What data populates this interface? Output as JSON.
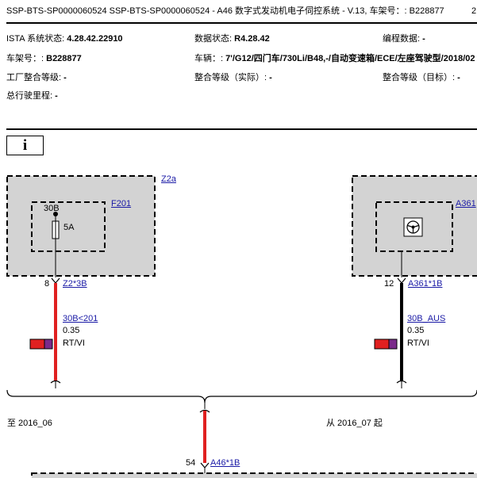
{
  "header": {
    "title": "SSP-BTS-SP0000060524 SSP-BTS-SP0000060524 - A46 数字式发动机电子伺控系统 - V.13, 车架号：: B228877",
    "page_number": "2"
  },
  "info": {
    "ista_label": "ISTA 系统状态:",
    "ista_value": "4.28.42.22910",
    "data_label": "数据状态:",
    "data_value": "R4.28.42",
    "prog_label": "编程数据:",
    "prog_value": "-",
    "vin_label": "车架号：:",
    "vin_value": "B228877",
    "vehicle_label": "车辆：:",
    "vehicle_value": "7'/G12/四门车/730Li/B48,-/自动变速箱/ECE/左座驾驶型/2018/02",
    "factory_label": "工厂整合等级:",
    "factory_value": "-",
    "actual_label": "整合等级（实际）:",
    "actual_value": "-",
    "target_label": "整合等级（目标）:",
    "target_value": "-",
    "mileage_label": "总行驶里程:",
    "mileage_value": "-"
  },
  "info_button": {
    "label": "i"
  },
  "diagram": {
    "left_component": "Z2a",
    "left_fuse_box": "F201",
    "left_fuse_terminal": "30B",
    "left_fuse_rating": "5A",
    "left_pin": "8",
    "left_connector": "Z2*3B",
    "left_wire_signal": "30B<201",
    "left_wire_gauge": "0.35",
    "left_wire_color": "RT/VI",
    "right_component": "A361",
    "right_pin": "12",
    "right_connector": "A361*1B",
    "right_wire_signal": "30B_AUS",
    "right_wire_gauge": "0.35",
    "right_wire_color": "RT/VI",
    "left_variant": "至 2016_06",
    "right_variant": "从 2016_07 起",
    "bottom_pin": "54",
    "bottom_connector": "A46*1B"
  },
  "colors": {
    "wire_red": "#e02020",
    "wire_black": "#000000",
    "violet": "#7a2a8a",
    "component_fill": "#d3d3d3",
    "link": "#1a1aa6"
  }
}
